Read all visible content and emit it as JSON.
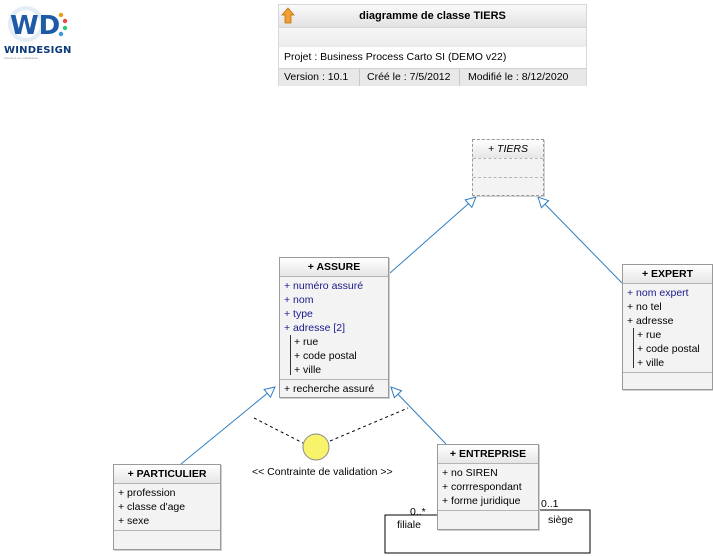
{
  "logo": {
    "name": "WINDESIGN",
    "mark": "WD",
    "tagline": "Solutions de modélisation"
  },
  "header": {
    "title": "diagramme de classe TIERS",
    "project": "Projet : Business Process Carto SI (DEMO v22)",
    "version": "Version : 10.1",
    "created": "Créé le : 7/5/2012",
    "modified": "Modifié le : 8/12/2020"
  },
  "classes": {
    "tiers": {
      "title": "+ TIERS"
    },
    "assure": {
      "title": "+ ASSURE",
      "attributes": [
        "+ numéro assuré",
        "+ nom",
        "+ type",
        "+ adresse [2]"
      ],
      "sub": [
        "+ rue",
        "+ code postal",
        "+ ville"
      ],
      "methods": [
        "+ recherche assuré"
      ]
    },
    "expert": {
      "title": "+ EXPERT",
      "attributes": [
        "+ nom expert",
        "+ no tel",
        "+ adresse"
      ],
      "sub": [
        "+ rue",
        "+ code postal",
        "+ ville"
      ]
    },
    "particulier": {
      "title": "+ PARTICULIER",
      "attributes": [
        "+ profession",
        "+ classe d'age",
        "+ sexe"
      ]
    },
    "entreprise": {
      "title": "+ ENTREPRISE",
      "attributes": [
        "+ no SIREN",
        "+ corrrespondant",
        "+ forme juridique"
      ]
    }
  },
  "constraint": {
    "label": "<< Contrainte de validation >>"
  },
  "association": {
    "mult_left": "0..*",
    "mult_right": "0..1",
    "role_left": "filiale",
    "role_right": "siège"
  },
  "colors": {
    "link": "#2f7fc1",
    "key_attr": "#1a1a8a",
    "constraint_fill": "#f7f36a"
  }
}
